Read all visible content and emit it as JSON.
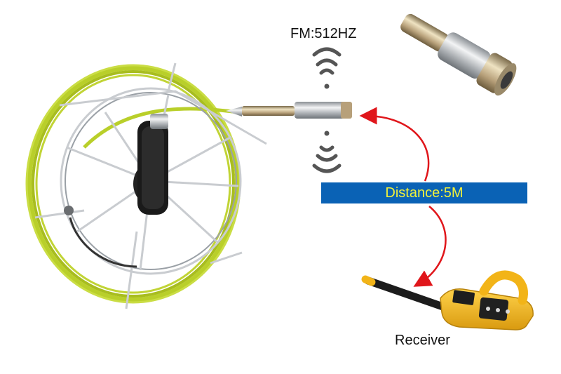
{
  "labels": {
    "frequency": "FM:512HZ",
    "distance": "Distance:5M",
    "receiver": "Receiver"
  },
  "colors": {
    "cable": "#b9cf2a",
    "distance_bar": "#0a62b5",
    "distance_text": "#f2f23a",
    "arrow": "#e0161b",
    "receiver_body": "#f2b418",
    "reel_frame": "#c9ccd0",
    "handle": "#1a1a1a",
    "signal_waves": "#555555"
  },
  "icons": [
    "wifi-signal-icon",
    "wifi-signal-inverted-icon",
    "camera-head-icon",
    "cable-reel-icon",
    "receiver-device-icon",
    "curved-arrow-icon"
  ]
}
